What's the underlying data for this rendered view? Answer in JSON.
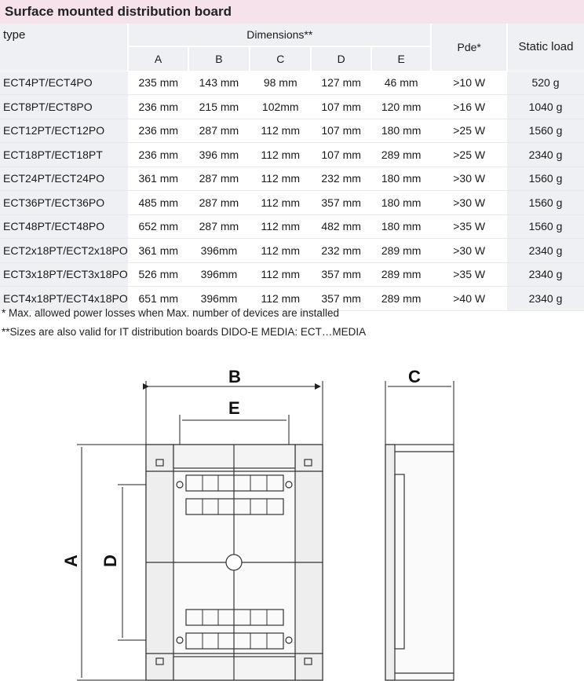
{
  "title": "Surface mounted distribution board",
  "table": {
    "type_header": "type",
    "dimensions_header": "Dimensions**",
    "dim_cols": [
      "A",
      "B",
      "C",
      "D",
      "E"
    ],
    "pde_header": "Pde*",
    "load_header": "Static load",
    "rows": [
      {
        "type": "ECT4PT/ECT4PO",
        "A": "235 mm",
        "B": "143 mm",
        "C": "98 mm",
        "D": "127 mm",
        "E": "46 mm",
        "pde": ">10 W",
        "load": "520 g"
      },
      {
        "type": "ECT8PT/ECT8PO",
        "A": "236 mm",
        "B": "215 mm",
        "C": "102mm",
        "D": "107 mm",
        "E": "120 mm",
        "pde": ">16 W",
        "load": "1040 g"
      },
      {
        "type": "ECT12PT/ECT12PO",
        "A": "236 mm",
        "B": "287 mm",
        "C": "112 mm",
        "D": "107  mm",
        "E": "180 mm",
        "pde": ">25 W",
        "load": "1560 g"
      },
      {
        "type": "ECT18PT/ECT18PT",
        "A": "236 mm",
        "B": "396 mm",
        "C": "112 mm",
        "D": "107  mm",
        "E": "289 mm",
        "pde": ">25 W",
        "load": "2340 g"
      },
      {
        "type": "ECT24PT/ECT24PO",
        "A": "361 mm",
        "B": "287 mm",
        "C": "112 mm",
        "D": "232 mm",
        "E": "180 mm",
        "pde": ">30 W",
        "load": "1560 g"
      },
      {
        "type": "ECT36PT/ECT36PO",
        "A": "485 mm",
        "B": "287 mm",
        "C": "112 mm",
        "D": "357  mm",
        "E": "180 mm",
        "pde": ">30 W",
        "load": "1560 g"
      },
      {
        "type": "ECT48PT/ECT48PO",
        "A": "652 mm",
        "B": "287 mm",
        "C": "112 mm",
        "D": "482 mm",
        "E": "180 mm",
        "pde": ">35 W",
        "load": "1560 g"
      },
      {
        "type": "ECT2x18PT/ECT2x18PO",
        "A": "361 mm",
        "B": "396mm",
        "C": "112 mm",
        "D": "232 mm",
        "E": "289 mm",
        "pde": ">30 W",
        "load": "2340 g"
      },
      {
        "type": "ECT3x18PT/ECT3x18PO",
        "A": "526 mm",
        "B": "396mm",
        "C": "112 mm",
        "D": "357 mm",
        "E": "289 mm",
        "pde": ">35 W",
        "load": "2340 g"
      },
      {
        "type": "ECT4x18PT/ECT4x18PO",
        "A": "651 mm",
        "B": "396mm",
        "C": "112 mm",
        "D": "357 mm",
        "E": "289 mm",
        "pde": ">40 W",
        "load": "2340 g"
      }
    ]
  },
  "footnotes": [
    "* Max. allowed power losses when Max. number of devices are installed",
    "**Sizes are also valid for IT distribution boards DIDO-E MEDIA: ECT…MEDIA"
  ],
  "diagram": {
    "label_a": "A",
    "label_b": "B",
    "label_c": "C",
    "label_d": "D",
    "label_e": "E"
  }
}
